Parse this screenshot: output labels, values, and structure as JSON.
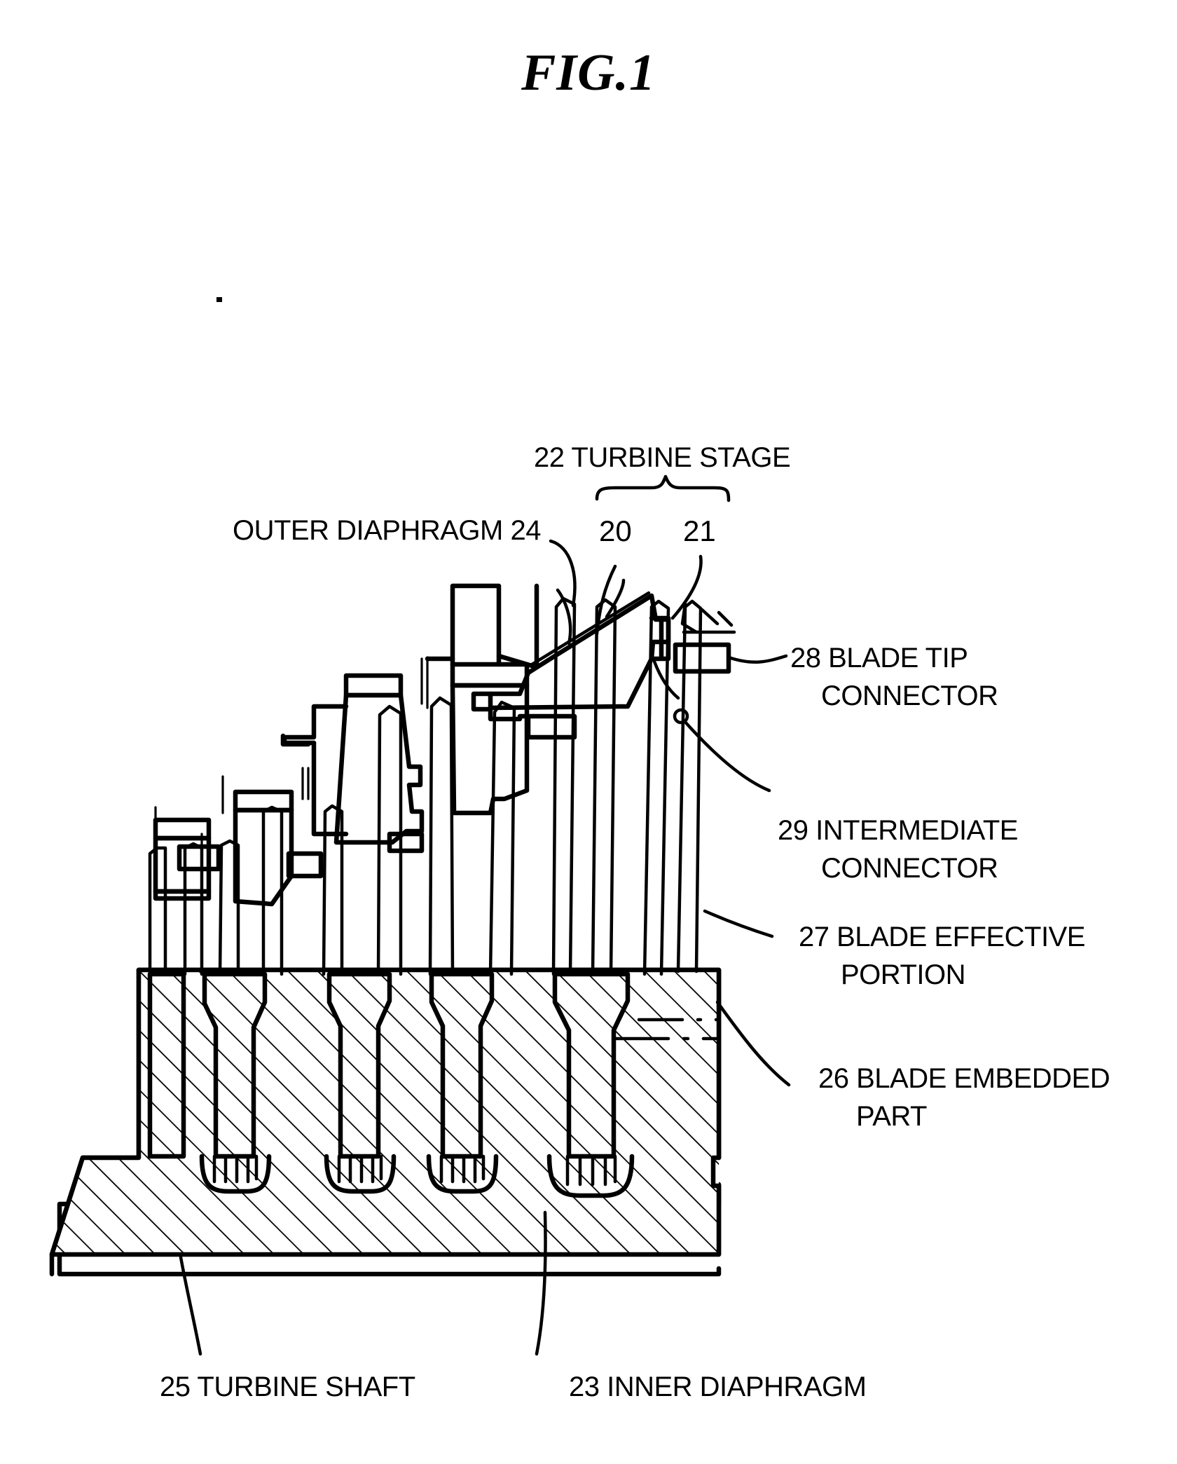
{
  "figure": {
    "title": "FIG.1",
    "kind": "patent-line-drawing",
    "subject": "steam turbine blade / diaphragm cross-section"
  },
  "callouts": {
    "turbine_stage": {
      "number": "22",
      "text": "TURBINE STAGE",
      "full": "22 TURBINE STAGE"
    },
    "outer_diaphragm": {
      "number": "24",
      "text": "OUTER DIAPHRAGM",
      "full": "OUTER DIAPHRAGM 24"
    },
    "stationary_blade": {
      "number": "20"
    },
    "moving_blade": {
      "number": "21"
    },
    "blade_tip_connector": {
      "number": "28",
      "line1": "28 BLADE TIP",
      "line2": "CONNECTOR"
    },
    "intermediate_connector": {
      "number": "29",
      "line1": "29 INTERMEDIATE",
      "line2": "CONNECTOR"
    },
    "blade_effective_portion": {
      "number": "27",
      "line1": "27 BLADE EFFECTIVE",
      "line2": "PORTION"
    },
    "blade_embedded_part": {
      "number": "26",
      "line1": "26 BLADE EMBEDDED",
      "line2": "PART"
    },
    "turbine_shaft": {
      "number": "25",
      "text": "TURBINE SHAFT",
      "full": "25 TURBINE SHAFT"
    },
    "inner_diaphragm": {
      "number": "23",
      "text": "INNER DIAPHRAGM",
      "full": "23 INNER DIAPHRAGM"
    }
  },
  "colors": {
    "ink": "#000000",
    "paper": "#ffffff"
  }
}
